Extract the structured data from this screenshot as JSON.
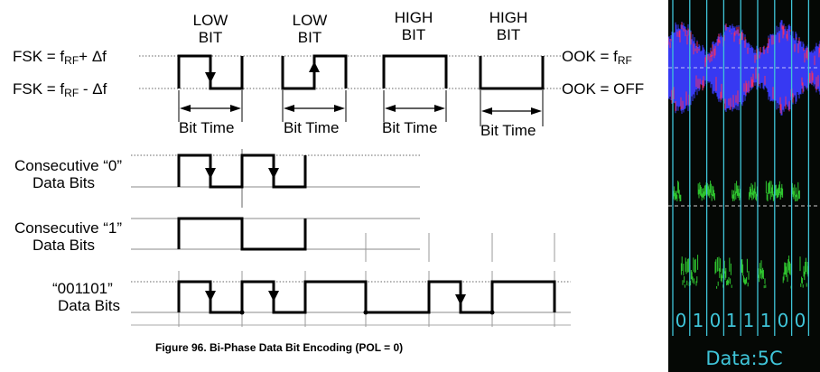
{
  "diagram": {
    "bit_labels": [
      {
        "line1": "LOW",
        "line2": "BIT"
      },
      {
        "line1": "LOW",
        "line2": "BIT"
      },
      {
        "line1": "HIGH",
        "line2": "BIT"
      },
      {
        "line1": "HIGH",
        "line2": "BIT"
      }
    ],
    "fsk_high": {
      "prefix": "FSK = f",
      "sub": "RF",
      "suffix": "+ Δf"
    },
    "fsk_low": {
      "prefix": "FSK = f",
      "sub": "RF",
      "suffix": " - Δf"
    },
    "ook_on": {
      "prefix": "OOK = f",
      "sub": "RF"
    },
    "ook_off": "OOK = OFF",
    "bit_time": "Bit Time",
    "row_labels": [
      {
        "line1": "Consecutive “0”",
        "line2": "Data Bits"
      },
      {
        "line1": "Consecutive “1”",
        "line2": "Data Bits"
      },
      {
        "line1": "“001101”",
        "line2": "Data Bits"
      }
    ],
    "caption": "Figure 96. Bi-Phase Data Bit Encoding (POL = 0)"
  },
  "scope": {
    "bits": [
      "0",
      "1",
      "0",
      "1",
      "1",
      "1",
      "0",
      "0"
    ],
    "data_label": "Data:5C",
    "colors": {
      "blue": "#3a3cff",
      "red": "#ff2f5a",
      "green": "#33d833",
      "cyan": "#3fc4d8"
    }
  }
}
